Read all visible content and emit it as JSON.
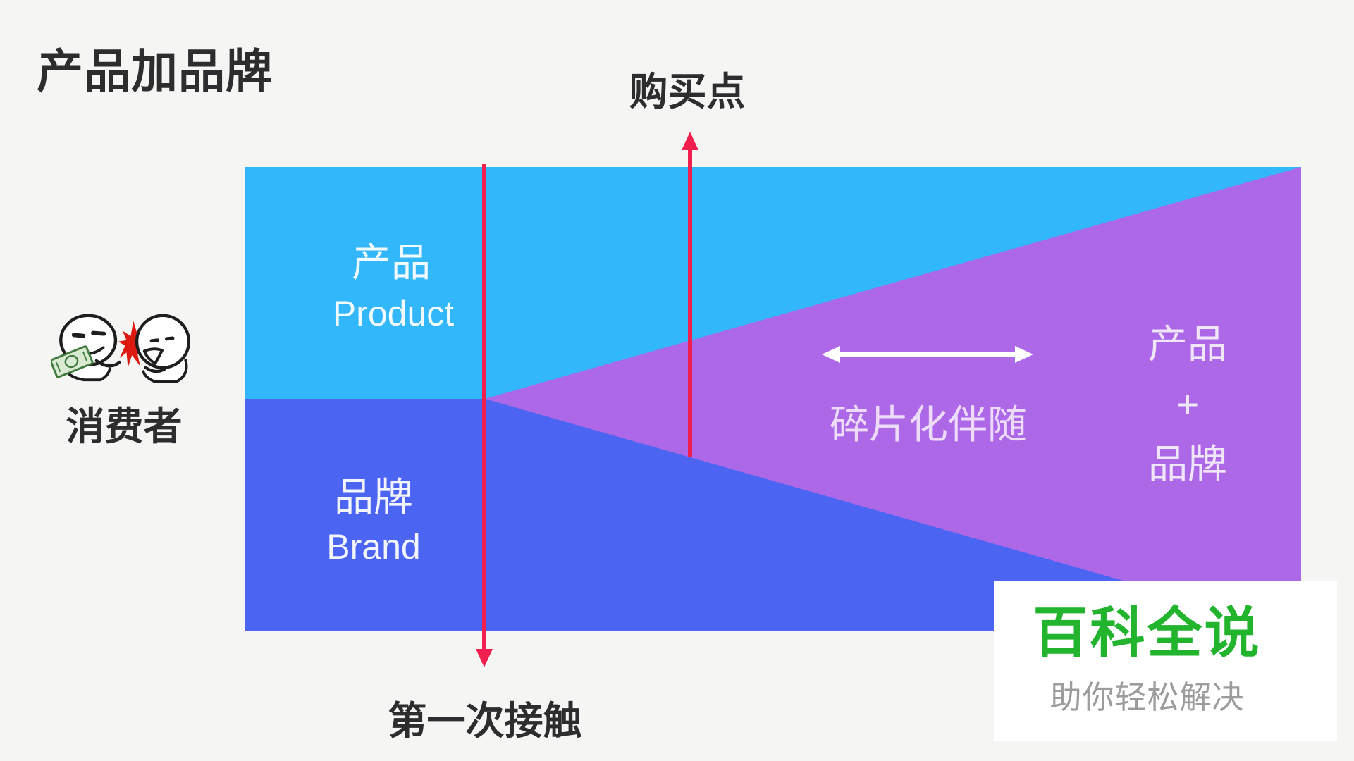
{
  "title": "产品加品牌",
  "annotations": {
    "purchase_point": "购买点",
    "first_contact": "第一次接触",
    "fragmented_companion": "碎片化伴随"
  },
  "consumer": {
    "label": "消费者"
  },
  "diagram": {
    "product": {
      "zh": "产品",
      "en": "Product"
    },
    "brand": {
      "zh": "品牌",
      "en": "Brand"
    },
    "combined": {
      "line1": "产品",
      "line2": "+",
      "line3": "品牌"
    }
  },
  "watermark": {
    "brand_name": "百科全说",
    "tagline": "助你轻松解决"
  },
  "colors": {
    "background": "#f5f5f4",
    "product_region_cyan": "#31b7fa",
    "brand_region_blue": "#4b64f2",
    "combined_region_purple": "#ad68e8",
    "marker_red": "#f01f50",
    "arrow_white": "#ffffff",
    "logo_green": "#21b42c",
    "tagline_gray": "#9c9c9c",
    "text_dark": "#2d2d2f"
  }
}
